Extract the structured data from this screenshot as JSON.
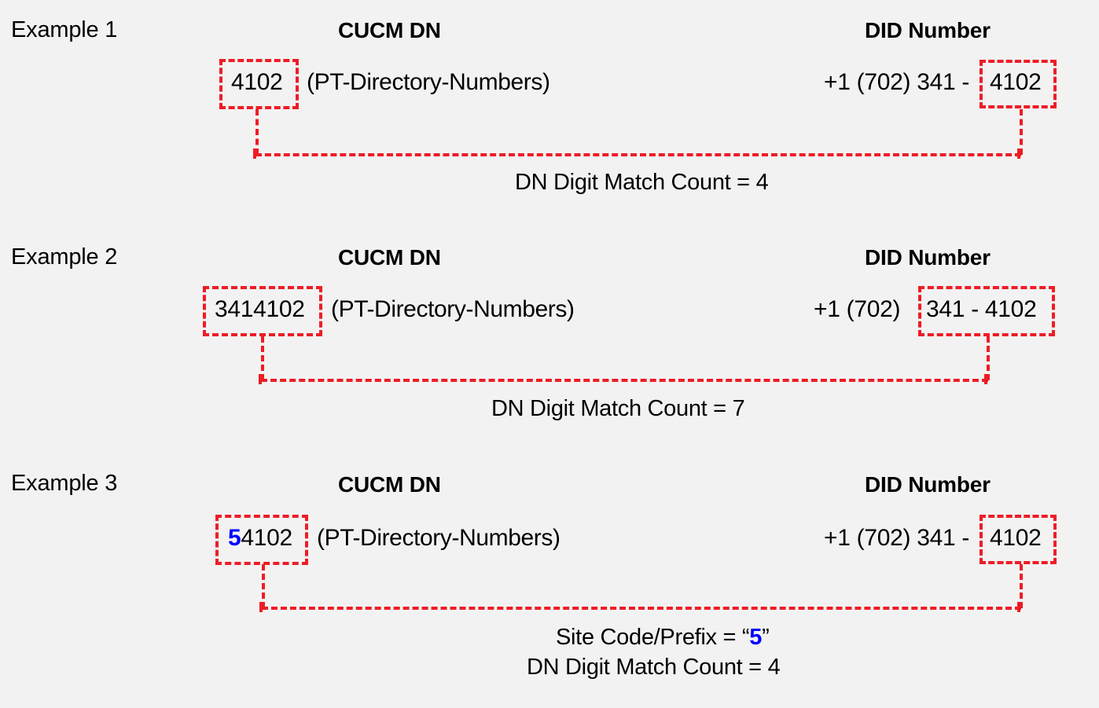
{
  "page": {
    "background_color": "#f2f2f2",
    "text_color": "#000000",
    "highlight_color": "#ee1c25",
    "accent_color": "#0000ff"
  },
  "headers": {
    "cucm_dn": "CUCM DN",
    "did_number": "DID Number"
  },
  "examples": [
    {
      "label": "Example 1",
      "cucm_dn_value": "4102",
      "cucm_dn_partition": "(PT-Directory-Numbers)",
      "did_prefix": "+1 (702) 341 -",
      "did_highlight": "4102",
      "did_pre_highlight": "",
      "captions": [
        "DN Digit Match Count = 4"
      ],
      "site_code": null
    },
    {
      "label": "Example 2",
      "cucm_dn_value": "3414102",
      "cucm_dn_partition": "(PT-Directory-Numbers)",
      "did_prefix": "+1 (702)",
      "did_highlight": "341 - 4102",
      "did_pre_highlight": "",
      "captions": [
        "DN Digit Match Count = 7"
      ],
      "site_code": null
    },
    {
      "label": "Example 3",
      "cucm_dn_value_prefix": "5",
      "cucm_dn_value_rest": "4102",
      "cucm_dn_value": "54102",
      "cucm_dn_partition": "(PT-Directory-Numbers)",
      "did_prefix": "+1 (702) 341 -",
      "did_highlight": "4102",
      "did_pre_highlight": "",
      "captions": [
        "Site Code/Prefix = “5”",
        "DN Digit Match Count = 4"
      ],
      "site_code_label_before": "Site Code/Prefix = “",
      "site_code_value": "5",
      "site_code_label_after": "”",
      "site_code": "5"
    }
  ]
}
